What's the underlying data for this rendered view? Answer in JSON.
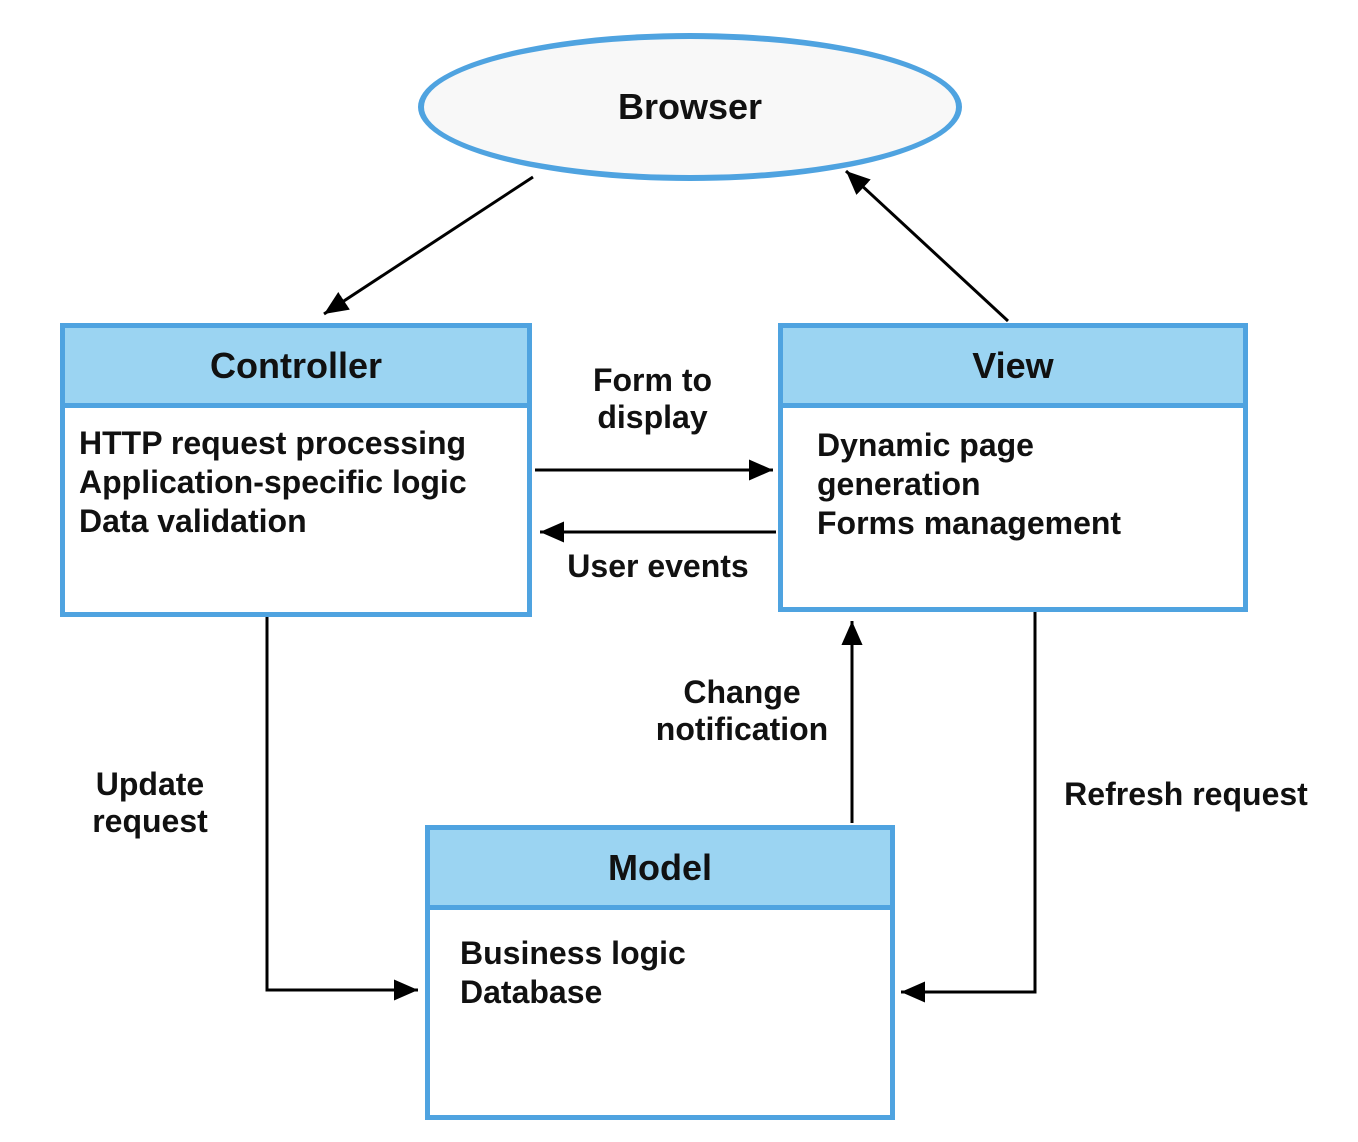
{
  "nodes": {
    "browser": {
      "label": "Browser"
    },
    "controller": {
      "title": "Controller",
      "items": [
        "HTTP request processing",
        "Application-specific logic",
        "Data validation"
      ]
    },
    "view": {
      "title": "View",
      "items": [
        "Dynamic page generation",
        "Forms management"
      ]
    },
    "model": {
      "title": "Model",
      "items": [
        "Business logic",
        "Database"
      ]
    }
  },
  "edge_labels": {
    "form_to_display": "Form to\ndisplay",
    "user_events": "User events",
    "change_notification": "Change\nnotification",
    "update_request": "Update\nrequest",
    "refresh_request": "Refresh request"
  },
  "colors": {
    "box_border": "#4fa3e0",
    "header_fill": "#9bd4f2",
    "ellipse_fill": "#f8f8f8",
    "arrow": "#000000",
    "text": "#111111"
  }
}
